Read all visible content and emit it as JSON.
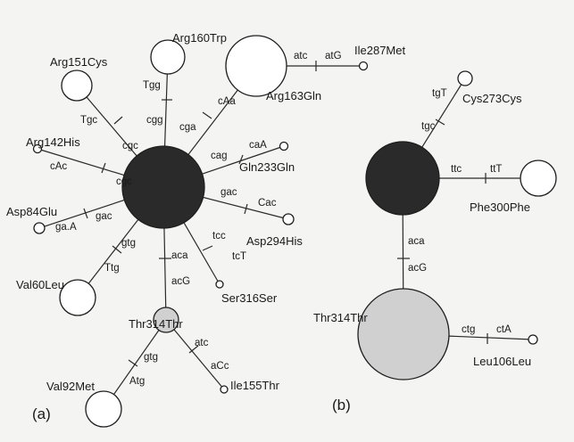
{
  "panels": {
    "a": "(a)",
    "b": "(b)"
  },
  "colors": {
    "hub": "#2a2a2a",
    "secondary": "#d0d0d0",
    "leaf": "#ffffff",
    "background": "#f4f4f2"
  },
  "network_a": {
    "nodes": {
      "Arg160Trp": "Arg160Trp",
      "Arg151Cys": "Arg151Cys",
      "Arg163Gln": "Arg163Gln",
      "Ile287Met": "Ile287Met",
      "Arg142His": "Arg142His",
      "Gln233Gln": "Gln233Gln",
      "Asp84Glu": "Asp84Glu",
      "Asp294His": "Asp294His",
      "Val60Leu": "Val60Leu",
      "Ser316Ser": "Ser316Ser",
      "Thr314Thr": "Thr314Thr",
      "Val92Met": "Val92Met",
      "Ile155Thr": "Ile155Thr"
    },
    "codons": {
      "Arg160Trp": [
        "cgg",
        "Tgg"
      ],
      "Arg151Cys": [
        "cgc",
        "Tgc"
      ],
      "Arg163Gln": [
        "cga",
        "cAa"
      ],
      "Ile287Met": [
        "atc",
        "atG"
      ],
      "Arg142His": [
        "cgc",
        "cAc"
      ],
      "Gln233Gln": [
        "cag",
        "caA"
      ],
      "Asp84Glu": [
        "gac",
        "ga.A"
      ],
      "Asp294His": [
        "gac",
        "Cac"
      ],
      "Val60Leu": [
        "gtg",
        "Ttg"
      ],
      "Ser316Ser": [
        "tcc",
        "tcT"
      ],
      "Thr314Thr": [
        "aca",
        "acG"
      ],
      "Val92Met": [
        "gtg",
        "Atg"
      ],
      "Ile155Thr": [
        "atc",
        "aCc"
      ]
    }
  },
  "network_b": {
    "nodes": {
      "Cys273Cys": "Cys273Cys",
      "Phe300Phe": "Phe300Phe",
      "Thr314Thr": "Thr314Thr",
      "Leu106Leu": "Leu106Leu"
    },
    "codons": {
      "Cys273Cys": [
        "tgc",
        "tgT"
      ],
      "Phe300Phe": [
        "ttc",
        "ttT"
      ],
      "Thr314Thr": [
        "aca",
        "acG"
      ],
      "Leu106Leu": [
        "ctg",
        "ctA"
      ]
    }
  }
}
